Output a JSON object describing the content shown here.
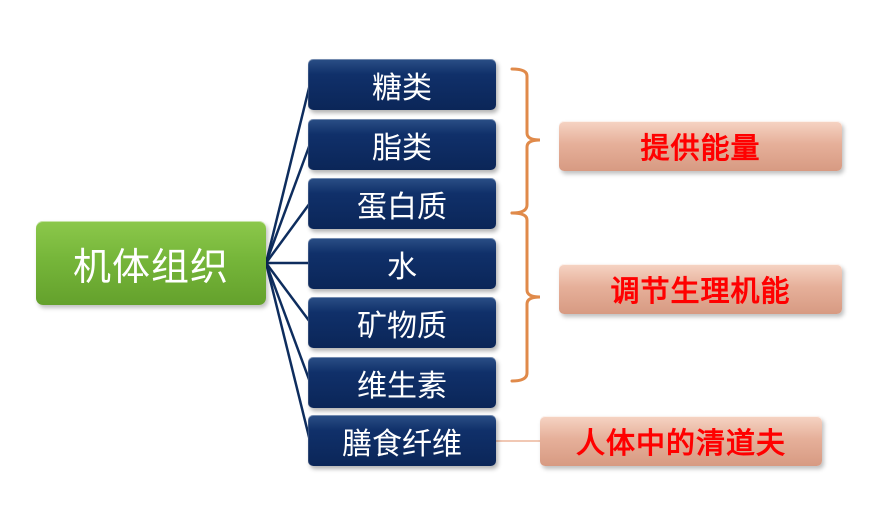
{
  "colors": {
    "root_fill": "#76b63a",
    "item_fill": "#10306a",
    "connector": "#0e2d5e",
    "bracket": "#e08a4a",
    "label_fill": "#e6b09a",
    "label_text": "#ff0000",
    "fiber_link": "#f1c8b4"
  },
  "root": {
    "label": "机体组织"
  },
  "items": [
    {
      "label": "糖类"
    },
    {
      "label": "脂类"
    },
    {
      "label": "蛋白质"
    },
    {
      "label": "水"
    },
    {
      "label": "矿物质"
    },
    {
      "label": "维生素"
    },
    {
      "label": "膳食纤维"
    }
  ],
  "groups": [
    {
      "label": "提供能量",
      "covers": [
        "糖类",
        "脂类",
        "蛋白质"
      ]
    },
    {
      "label": "调节生理机能",
      "covers": [
        "蛋白质",
        "水",
        "矿物质",
        "维生素"
      ]
    },
    {
      "label": "人体中的清道夫",
      "covers": [
        "膳食纤维"
      ]
    }
  ]
}
